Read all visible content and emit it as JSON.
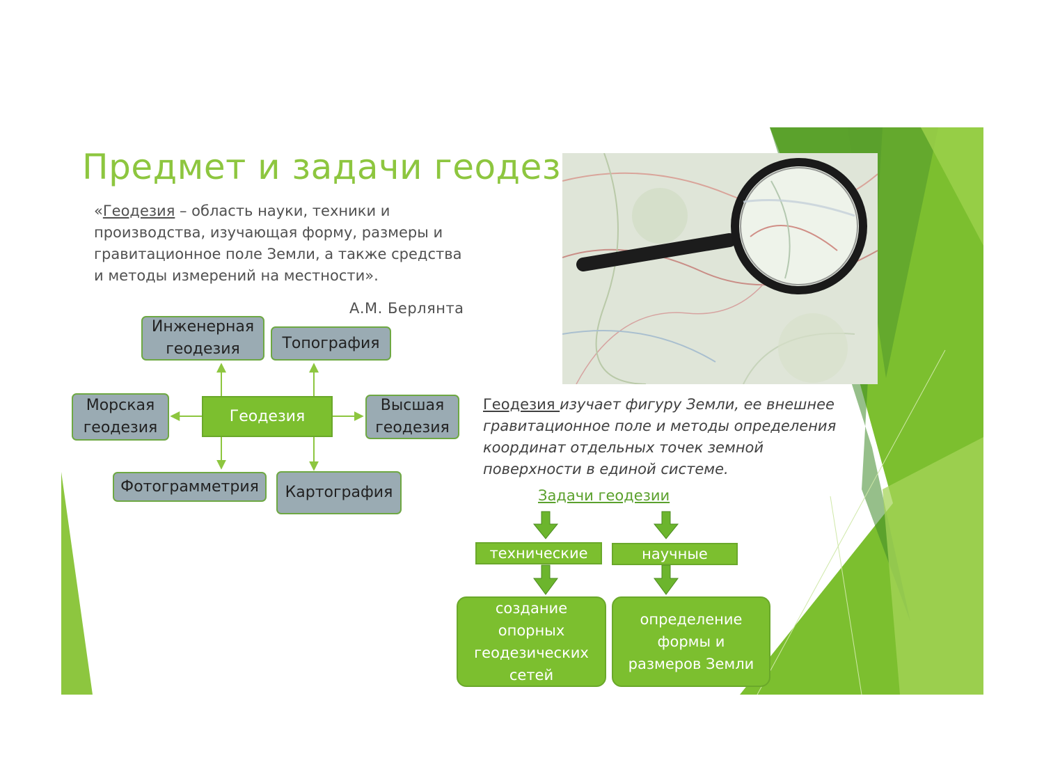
{
  "slide": {
    "title": "Предмет и задачи геодезии",
    "quote": {
      "open": "«",
      "term": "Геодезия",
      "text": " – область науки, техники и производства, изучающая форму, размеры и гравитационное поле Земли, а также средства и методы измерений на местности».",
      "author": "А.М. Берлянта"
    },
    "diagram": {
      "center": "Геодезия",
      "engineering": "Инженерная геодезия",
      "topography": "Топография",
      "marine": "Морская геодезия",
      "higher": "Высшая геодезия",
      "photogrammetry": "Фотограмметрия",
      "cartography": "Картография"
    },
    "photo": {
      "alt": "Лупа над картой"
    },
    "definition": {
      "term": "Геодезия ",
      "text": "изучает фигуру Земли, ее внешнее гравитационное поле и методы определения координат отдельных точек земной поверхности в единой системе."
    },
    "tasks": {
      "title": "Задачи геодезии",
      "technical": "технические",
      "scientific": "научные",
      "technical_goal": "создание опорных геодезических сетей",
      "scientific_goal": "определение формы и размеров Земли"
    },
    "colors": {
      "accent": "#8dc63f",
      "box_green": "#7cbf2f",
      "box_gray": "#9aabb3",
      "text": "#505050"
    }
  }
}
